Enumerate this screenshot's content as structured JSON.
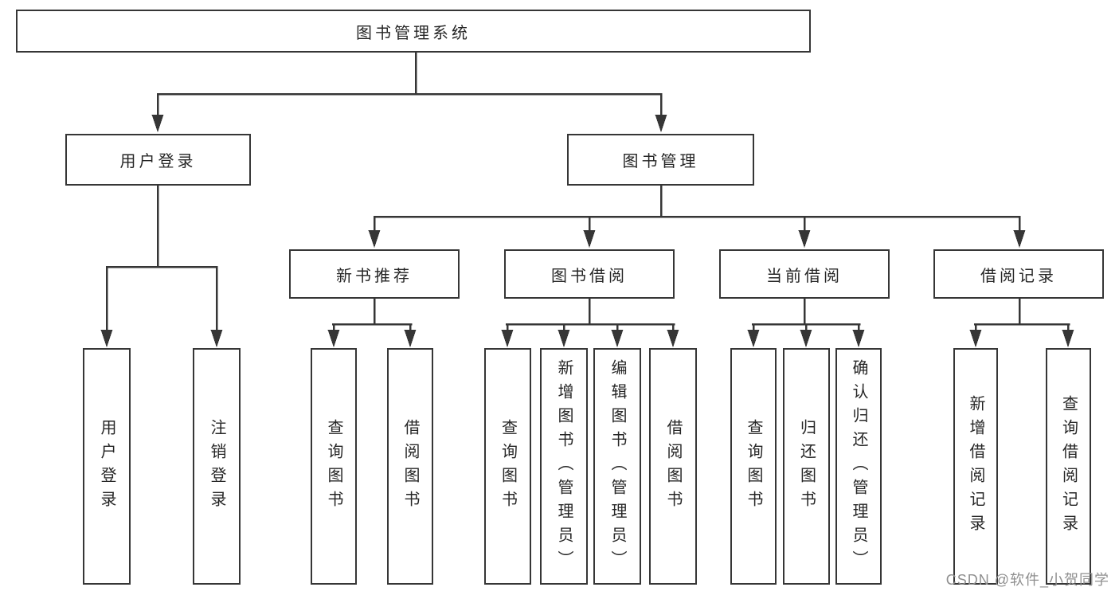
{
  "diagram": {
    "root": {
      "label": "图书管理系统",
      "children": [
        {
          "label": "用户登录",
          "children": [
            {
              "label": "用户登录"
            },
            {
              "label": "注销登录"
            }
          ]
        },
        {
          "label": "图书管理",
          "children": [
            {
              "label": "新书推荐",
              "children": [
                {
                  "label": "查询图书"
                },
                {
                  "label": "借阅图书"
                }
              ]
            },
            {
              "label": "图书借阅",
              "children": [
                {
                  "label": "查询图书"
                },
                {
                  "label": "新增图书（管理员）"
                },
                {
                  "label": "编辑图书（管理员）"
                },
                {
                  "label": "借阅图书"
                }
              ]
            },
            {
              "label": "当前借阅",
              "children": [
                {
                  "label": "查询图书"
                },
                {
                  "label": "归还图书"
                },
                {
                  "label": "确认归还（管理员）"
                }
              ]
            },
            {
              "label": "借阅记录",
              "children": [
                {
                  "label": "新增借阅记录"
                },
                {
                  "label": "查询借阅记录"
                }
              ]
            }
          ]
        }
      ]
    },
    "colors": {
      "line": "#363636",
      "text": "#262626",
      "box_background": "#ffffff",
      "page_background": "#ffffff",
      "watermark": "#8f8f8f"
    }
  },
  "watermark": {
    "text": "CSDN @软件_小贺同学"
  }
}
